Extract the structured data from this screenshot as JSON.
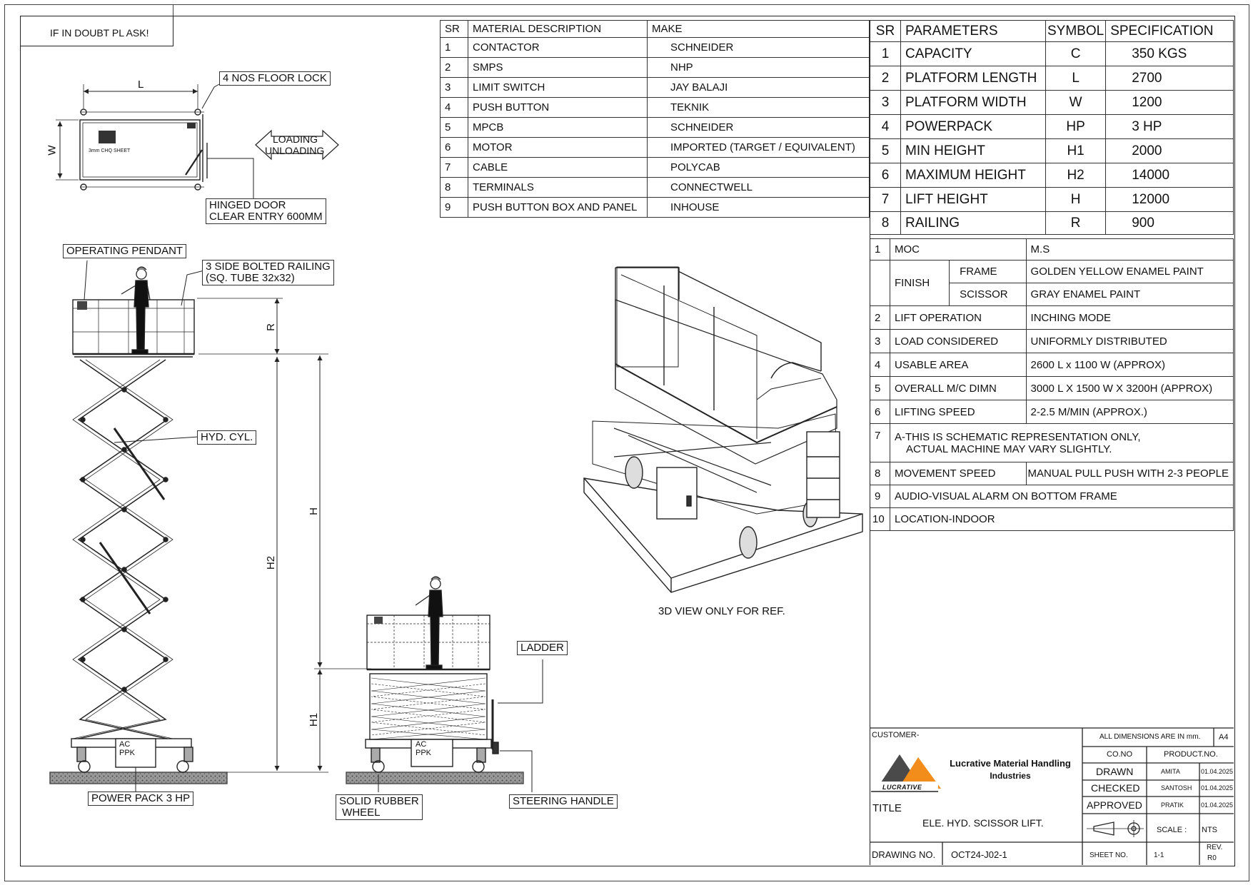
{
  "note_box": "IF IN DOUBT PL ASK!",
  "top_view": {
    "dim_l": "L",
    "dim_w": "W",
    "sheet_text": "3mm CHQ SHEET",
    "floor_lock_label": "4 NOS FLOOR LOCK",
    "loading_label_1": "LOADING",
    "loading_label_2": "UNLOADING",
    "hinged_door_1": "HINGED DOOR",
    "hinged_door_2": "CLEAR ENTRY 600MM"
  },
  "side_view": {
    "operating_pendant": "OPERATING PENDANT",
    "railing_1": "3 SIDE BOLTED RAILING",
    "railing_2": "(SQ. TUBE 32x32)",
    "hyd_cyl": "HYD. CYL.",
    "ac_1": "AC",
    "ac_2": "PPK",
    "power_pack": "POWER PACK 3 HP",
    "dim_r": "R",
    "dim_h": "H",
    "dim_h2": "H2",
    "dim_h1": "H1"
  },
  "front_view": {
    "ladder": "LADDER",
    "ac_1": "AC",
    "ac_2": "PPK",
    "rubber_1": "SOLID RUBBER",
    "rubber_2": " WHEEL",
    "steering": "STEERING HANDLE"
  },
  "iso_caption": "3D VIEW ONLY FOR REF.",
  "materials": {
    "headers": [
      "SR",
      "MATERIAL DESCRIPTION",
      "MAKE"
    ],
    "rows": [
      [
        "1",
        "CONTACTOR",
        "SCHNEIDER"
      ],
      [
        "2",
        "SMPS",
        "NHP"
      ],
      [
        "3",
        "LIMIT SWITCH",
        "JAY BALAJI"
      ],
      [
        "4",
        "PUSH BUTTON",
        "TEKNIK"
      ],
      [
        "5",
        "MPCB",
        "SCHNEIDER"
      ],
      [
        "6",
        "MOTOR",
        "IMPORTED (TARGET / EQUIVALENT)"
      ],
      [
        "7",
        "CABLE",
        "POLYCAB"
      ],
      [
        "8",
        "TERMINALS",
        "CONNECTWELL"
      ],
      [
        "9",
        "PUSH BUTTON BOX AND PANEL",
        "INHOUSE"
      ]
    ]
  },
  "parameters": {
    "headers": [
      "SR",
      "PARAMETERS",
      "SYMBOL",
      "SPECIFICATION"
    ],
    "rows": [
      [
        "1",
        "CAPACITY",
        "C",
        "350 KGS"
      ],
      [
        "2",
        "PLATFORM LENGTH",
        "L",
        "2700"
      ],
      [
        "3",
        "PLATFORM WIDTH",
        "W",
        "1200"
      ],
      [
        "4",
        "POWERPACK",
        "HP",
        "3 HP"
      ],
      [
        "5",
        "MIN HEIGHT",
        "H1",
        "2000"
      ],
      [
        "6",
        "MAXIMUM HEIGHT",
        "H2",
        "14000"
      ],
      [
        "7",
        "LIFT HEIGHT",
        "H",
        "12000"
      ],
      [
        "8",
        "RAILING",
        "R",
        "900"
      ]
    ]
  },
  "notes": {
    "moc_sr": "1",
    "moc": "MOC",
    "moc_val": "M.S",
    "finish": "FINISH",
    "frame": "FRAME",
    "frame_val": "GOLDEN YELLOW ENAMEL PAINT",
    "scissor": "SCISSOR",
    "scissor_val": "GRAY ENAMEL PAINT",
    "rows": [
      [
        "2",
        "LIFT OPERATION",
        "INCHING MODE"
      ],
      [
        "3",
        "LOAD CONSIDERED",
        "UNIFORMLY DISTRIBUTED"
      ],
      [
        "4",
        "USABLE AREA",
        "2600 L x 1100 W (APPROX)"
      ],
      [
        "5",
        "OVERALL M/C DIMN",
        "3000 L X 1500 W X 3200H (APPROX)"
      ],
      [
        "6",
        "LIFTING SPEED",
        "2-2.5 M/MIN (APPROX.)"
      ]
    ],
    "n7_sr": "7",
    "n7_line1": "A-THIS IS SCHEMATIC REPRESENTATION ONLY,",
    "n7_line2": "ACTUAL MACHINE MAY VARY SLIGHTLY.",
    "n8_sr": "8",
    "n8": "MOVEMENT SPEED",
    "n8_val": "MANUAL PULL PUSH WITH 2-3 PEOPLE",
    "n9_sr": "9",
    "n9": "AUDIO-VISUAL ALARM ON BOTTOM FRAME",
    "n10_sr": "10",
    "n10": "LOCATION-INDOOR"
  },
  "title_block": {
    "customer": "CUSTOMER-",
    "company_1": "Lucrative Material Handling",
    "company_2": "Industries",
    "logo_text": "LUCRATIVE",
    "title_label": "TITLE",
    "title": "ELE. HYD. SCISSOR LIFT.",
    "drawing_no_label": "DRAWING NO.",
    "drawing_no": "OCT24-J02-1",
    "all_dims": "ALL DIMENSIONS ARE IN mm.",
    "paper": "A4",
    "co_no": "CO.NO",
    "product_no": "PRODUCT.NO.",
    "drawn": "DRAWN",
    "drawn_by": "AMITA",
    "drawn_date": "01.04.2025",
    "checked": "CHECKED",
    "checked_by": "SANTOSH",
    "checked_date": "01.04.2025",
    "approved": "APPROVED",
    "approved_by": "PRATIK",
    "approved_date": "01.04.2025",
    "scale_label": "SCALE :",
    "scale": "NTS",
    "sheet_label": "SHEET NO.",
    "sheet": "1-1",
    "rev_label": "REV.",
    "rev": "R0"
  }
}
